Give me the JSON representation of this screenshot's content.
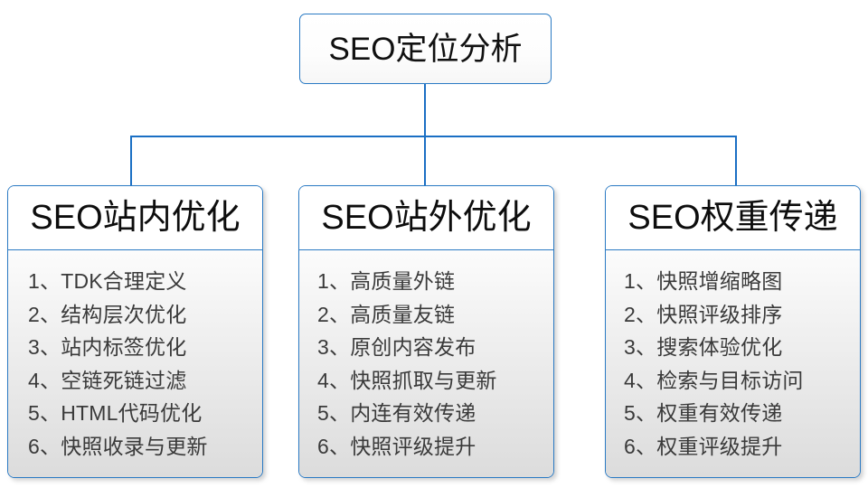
{
  "diagram": {
    "type": "hierarchy",
    "accent_color": "#2a7ac4",
    "root": {
      "label": "SEO定位分析"
    },
    "branches": [
      {
        "header": "SEO站内优化",
        "items": [
          "1、TDK合理定义",
          "2、结构层次优化",
          "3、站内标签优化",
          "4、空链死链过滤",
          "5、HTML代码优化",
          "6、快照收录与更新"
        ]
      },
      {
        "header": "SEO站外优化",
        "items": [
          "1、高质量外链",
          "2、高质量友链",
          "3、原创内容发布",
          "4、快照抓取与更新",
          "5、内连有效传递",
          "6、快照评级提升"
        ]
      },
      {
        "header": "SEO权重传递",
        "items": [
          "1、快照增缩略图",
          "2、快照评级排序",
          "3、搜索体验优化",
          "4、检索与目标访问",
          "5、权重有效传递",
          "6、权重评级提升"
        ]
      }
    ]
  }
}
